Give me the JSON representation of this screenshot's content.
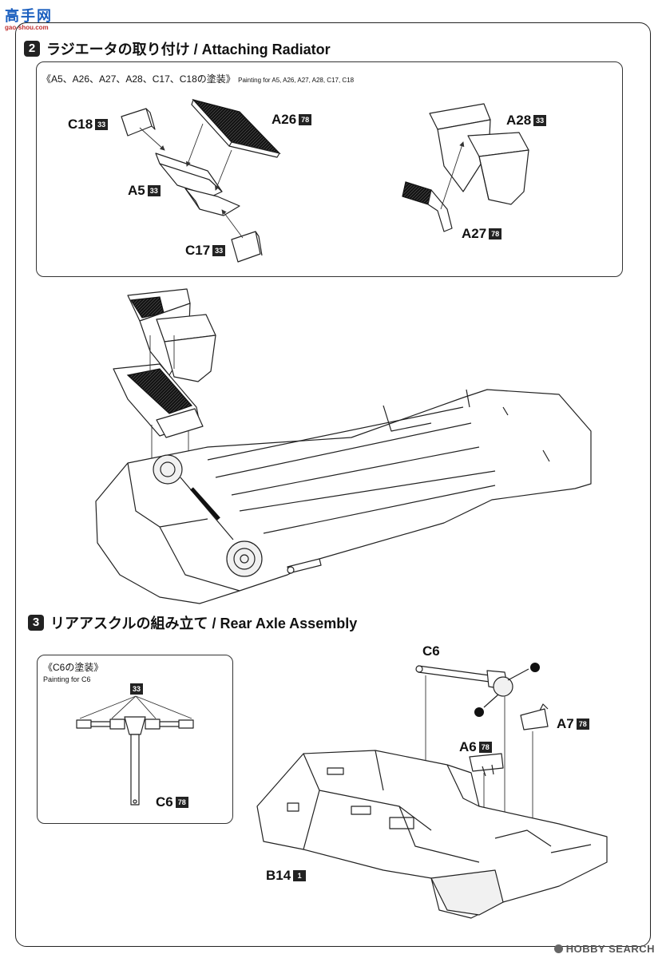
{
  "watermark": {
    "name": "高手网",
    "site": "gao-shou.com"
  },
  "footer_watermark": "HOBBY SEARCH",
  "step2": {
    "number": "2",
    "title": "ラジエータの取り付け / Attaching Radiator",
    "paint_note_jp": "《A5、A26、A27、A28、C17、C18の塗装》",
    "paint_note_en": "Painting for A5, A26, A27, A28, C17, C18",
    "parts": [
      {
        "id": "C18",
        "color_code": "33"
      },
      {
        "id": "A26",
        "color_code": "78"
      },
      {
        "id": "A5",
        "color_code": "33"
      },
      {
        "id": "C17",
        "color_code": "33"
      },
      {
        "id": "A28",
        "color_code": "33"
      },
      {
        "id": "A27",
        "color_code": "78"
      }
    ]
  },
  "step3": {
    "number": "3",
    "title": "リアアスクルの組み立て / Rear Axle Assembly",
    "paint_note_jp": "《C6の塗装》",
    "paint_note_en": "Painting for C6",
    "paint_box_code": "33",
    "paint_box_part": {
      "id": "C6",
      "color_code": "78"
    },
    "parts": [
      {
        "id": "C6",
        "color_code": ""
      },
      {
        "id": "A7",
        "color_code": "78"
      },
      {
        "id": "A6",
        "color_code": "78"
      },
      {
        "id": "B14",
        "color_code": "1"
      }
    ]
  }
}
